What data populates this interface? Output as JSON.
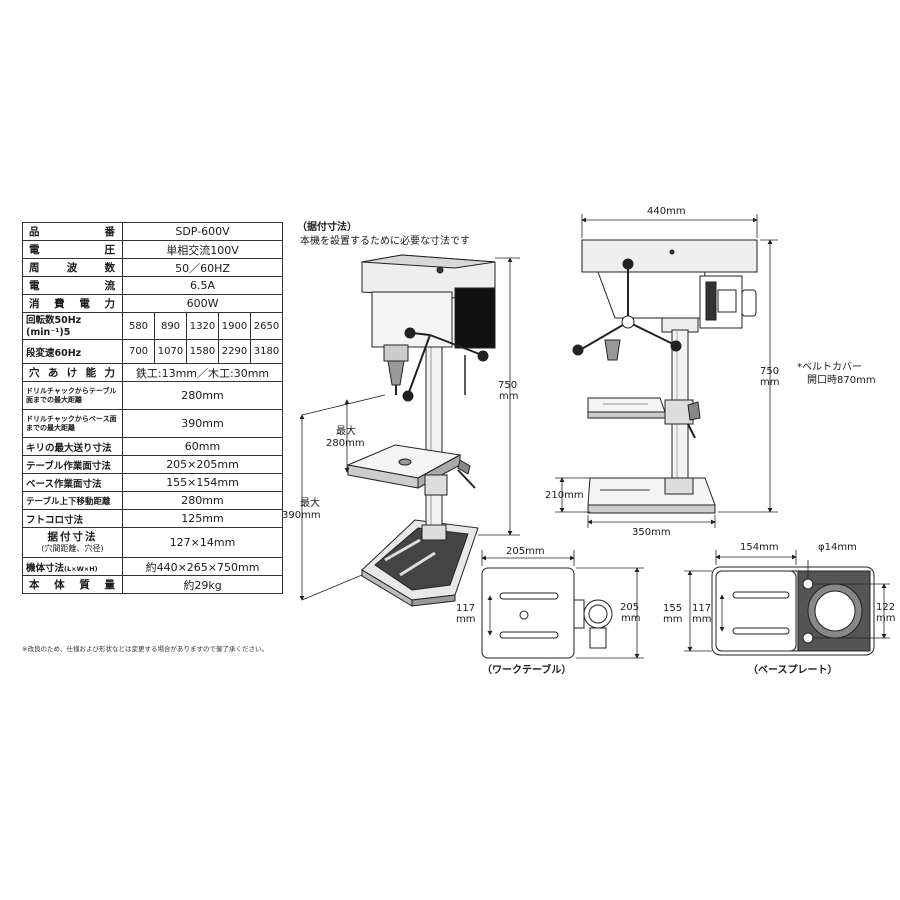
{
  "spec_table": {
    "model": {
      "label": "品番",
      "value": "SDP-600V"
    },
    "voltage": {
      "label": "電圧",
      "value": "単相交流100V"
    },
    "frequency": {
      "label": "周波数",
      "value": "50／60HZ"
    },
    "current": {
      "label": "電流",
      "value": "6.5A"
    },
    "power": {
      "label": "消費電力",
      "value": "600W"
    },
    "speed": {
      "label_50": "回転数50Hz",
      "label_unit": "(min⁻¹)5",
      "label_60": "段変速60Hz",
      "values_50": [
        "580",
        "890",
        "1320",
        "1900",
        "2650"
      ],
      "values_60": [
        "700",
        "1070",
        "1580",
        "2290",
        "3180"
      ]
    },
    "drilling_capacity": {
      "label": "穴あけ能力",
      "value": "鉄工:13mm／木工:30mm"
    },
    "chuck_to_table": {
      "label": "ドリルチャックからテーブル面までの最大距離",
      "value": "280mm"
    },
    "chuck_to_base": {
      "label": "ドリルチャックからベース面までの最大距離",
      "value": "390mm"
    },
    "max_feed": {
      "label": "キリの最大送り寸法",
      "value": "60mm"
    },
    "table_surface": {
      "label": "テーブル作業面寸法",
      "value": "205×205mm"
    },
    "base_surface": {
      "label": "ベース作業面寸法",
      "value": "155×154mm"
    },
    "table_travel": {
      "label": "テーブル上下移動距離",
      "value": "280mm"
    },
    "throat": {
      "label": "フトコロ寸法",
      "value": "125mm"
    },
    "mounting": {
      "label": "据付寸法",
      "sub_label": "(穴間距離、穴径)",
      "value": "127×14mm"
    },
    "body_size": {
      "label": "機体寸法",
      "label_unit": "(L×W×H)",
      "value": "約440×265×750mm"
    },
    "weight": {
      "label": "本体質量",
      "value": "約29kg"
    }
  },
  "footnote": "※改良のため、仕様および形状などは変更する場合がありますので御了承ください。",
  "installation": {
    "title": "（据付寸法）",
    "subtitle": "本機を設置するために必要な寸法です"
  },
  "side_view": {
    "max_label_1": "最大",
    "dim_280": "280mm",
    "max_label_2": "最大",
    "dim_390": "390mm",
    "dim_750": "750",
    "dim_750_unit": "mm"
  },
  "front_view": {
    "dim_width": "440mm",
    "dim_750": "750",
    "dim_750_unit": "mm",
    "belt_note_1": "*ベルトカバー",
    "belt_note_2": "開口時870mm",
    "dim_210": "210mm",
    "dim_350": "350mm"
  },
  "work_table": {
    "caption": "（ワークテーブル）",
    "dim_205_top": "205mm",
    "dim_117": "117",
    "dim_117_unit": "mm",
    "dim_205_right": "205",
    "dim_205_right_unit": "mm"
  },
  "base_plate": {
    "caption": "（ベースプレート）",
    "dim_154": "154mm",
    "dim_hole": "φ14mm",
    "dim_155": "155",
    "dim_155_unit": "mm",
    "dim_117": "117",
    "dim_117_unit": "mm",
    "dim_122": "122",
    "dim_122_unit": "mm"
  }
}
